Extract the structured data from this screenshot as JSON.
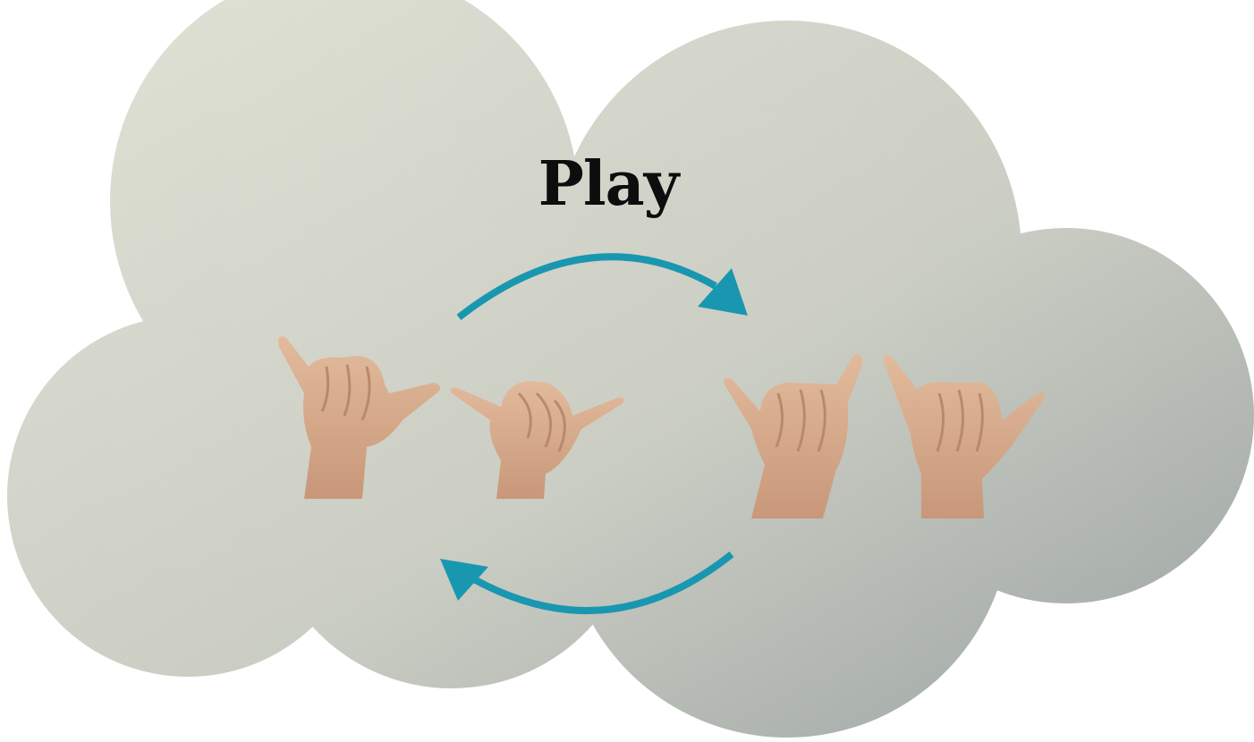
{
  "title": "Play",
  "colors": {
    "cloud_light": "#e6e6da",
    "cloud_dark": "#9ea6a6",
    "arrow": "#1a97b0",
    "skin": "#dcb392",
    "skin_shadow": "#b98a6a"
  },
  "illustration": {
    "shape": "cloud-icon",
    "arrows": [
      "arrow-right-curved-icon",
      "arrow-left-curved-icon"
    ],
    "hands": [
      "y-handshape-palm-in",
      "y-handshape-palm-out",
      "y-handshape-back-left",
      "y-handshape-back-right"
    ]
  }
}
